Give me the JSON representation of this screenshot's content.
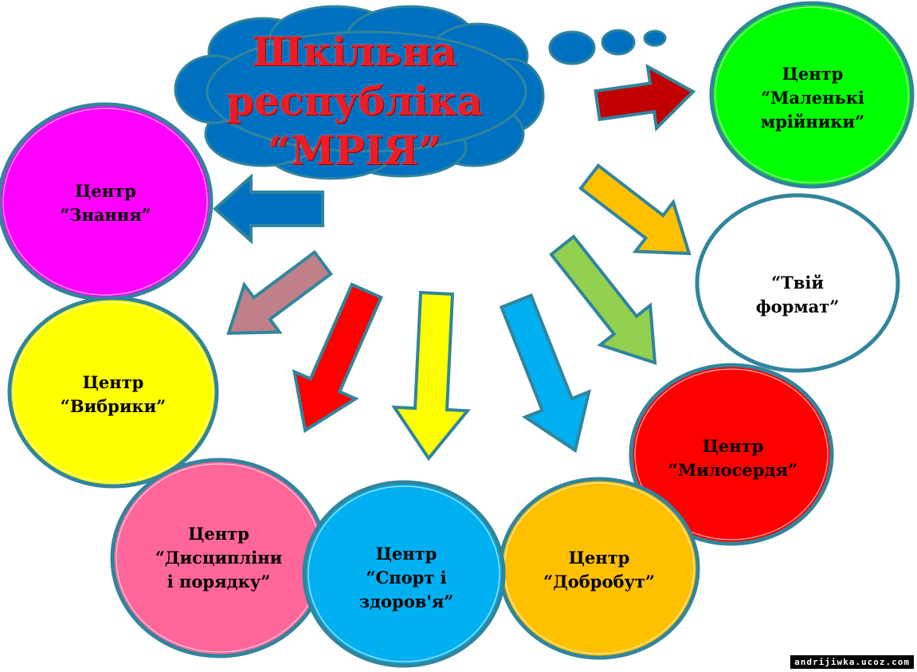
{
  "title": {
    "line1": "Шкільна",
    "line2": "республіка",
    "line3": "“МРІЯ”"
  },
  "centers": [
    {
      "line1": "Центр",
      "line2": "“Маленькі",
      "line3": "мрійники”",
      "color": "#00ff00"
    },
    {
      "line1": "Центр",
      "line2": "“Знання”",
      "color": "#ff00ff"
    },
    {
      "line1": "“Твій",
      "line2": "формат”",
      "color": "#ffffff"
    },
    {
      "line1": "Центр",
      "line2": "“Вибрики”",
      "color": "#ffff00"
    },
    {
      "line1": "Центр",
      "line2": "“Милосердя”",
      "color": "#ff0000"
    },
    {
      "line1": "Центр",
      "line2": "“Дисципліни",
      "line3": "і порядку”",
      "color": "#ff6699"
    },
    {
      "line1": "Центр",
      "line2": "“Спорт і",
      "line3": "здоров'я”",
      "color": "#00b0f0"
    },
    {
      "line1": "Центр",
      "line2": "“Добробут”",
      "color": "#ffc000"
    }
  ],
  "arrows": [
    {
      "target": "Маленькі мрійники",
      "color": "#c00000"
    },
    {
      "target": "Знання",
      "color": "#0070c0"
    },
    {
      "target": "Твій формат",
      "color": "#ffc000"
    },
    {
      "target": "Вибрики",
      "color": "#c0808a"
    },
    {
      "target": "Милосердя",
      "color": "#92d050"
    },
    {
      "target": "Дисципліни і порядку",
      "color": "#ff0000"
    },
    {
      "target": "Спорт і здоров'я",
      "color": "#ffff00"
    },
    {
      "target": "Добробут",
      "color": "#00b0f0"
    }
  ],
  "cloud_color": "#0070c0",
  "outline_color": "#31859c",
  "watermark": "andrijiwka.ucoz.com"
}
